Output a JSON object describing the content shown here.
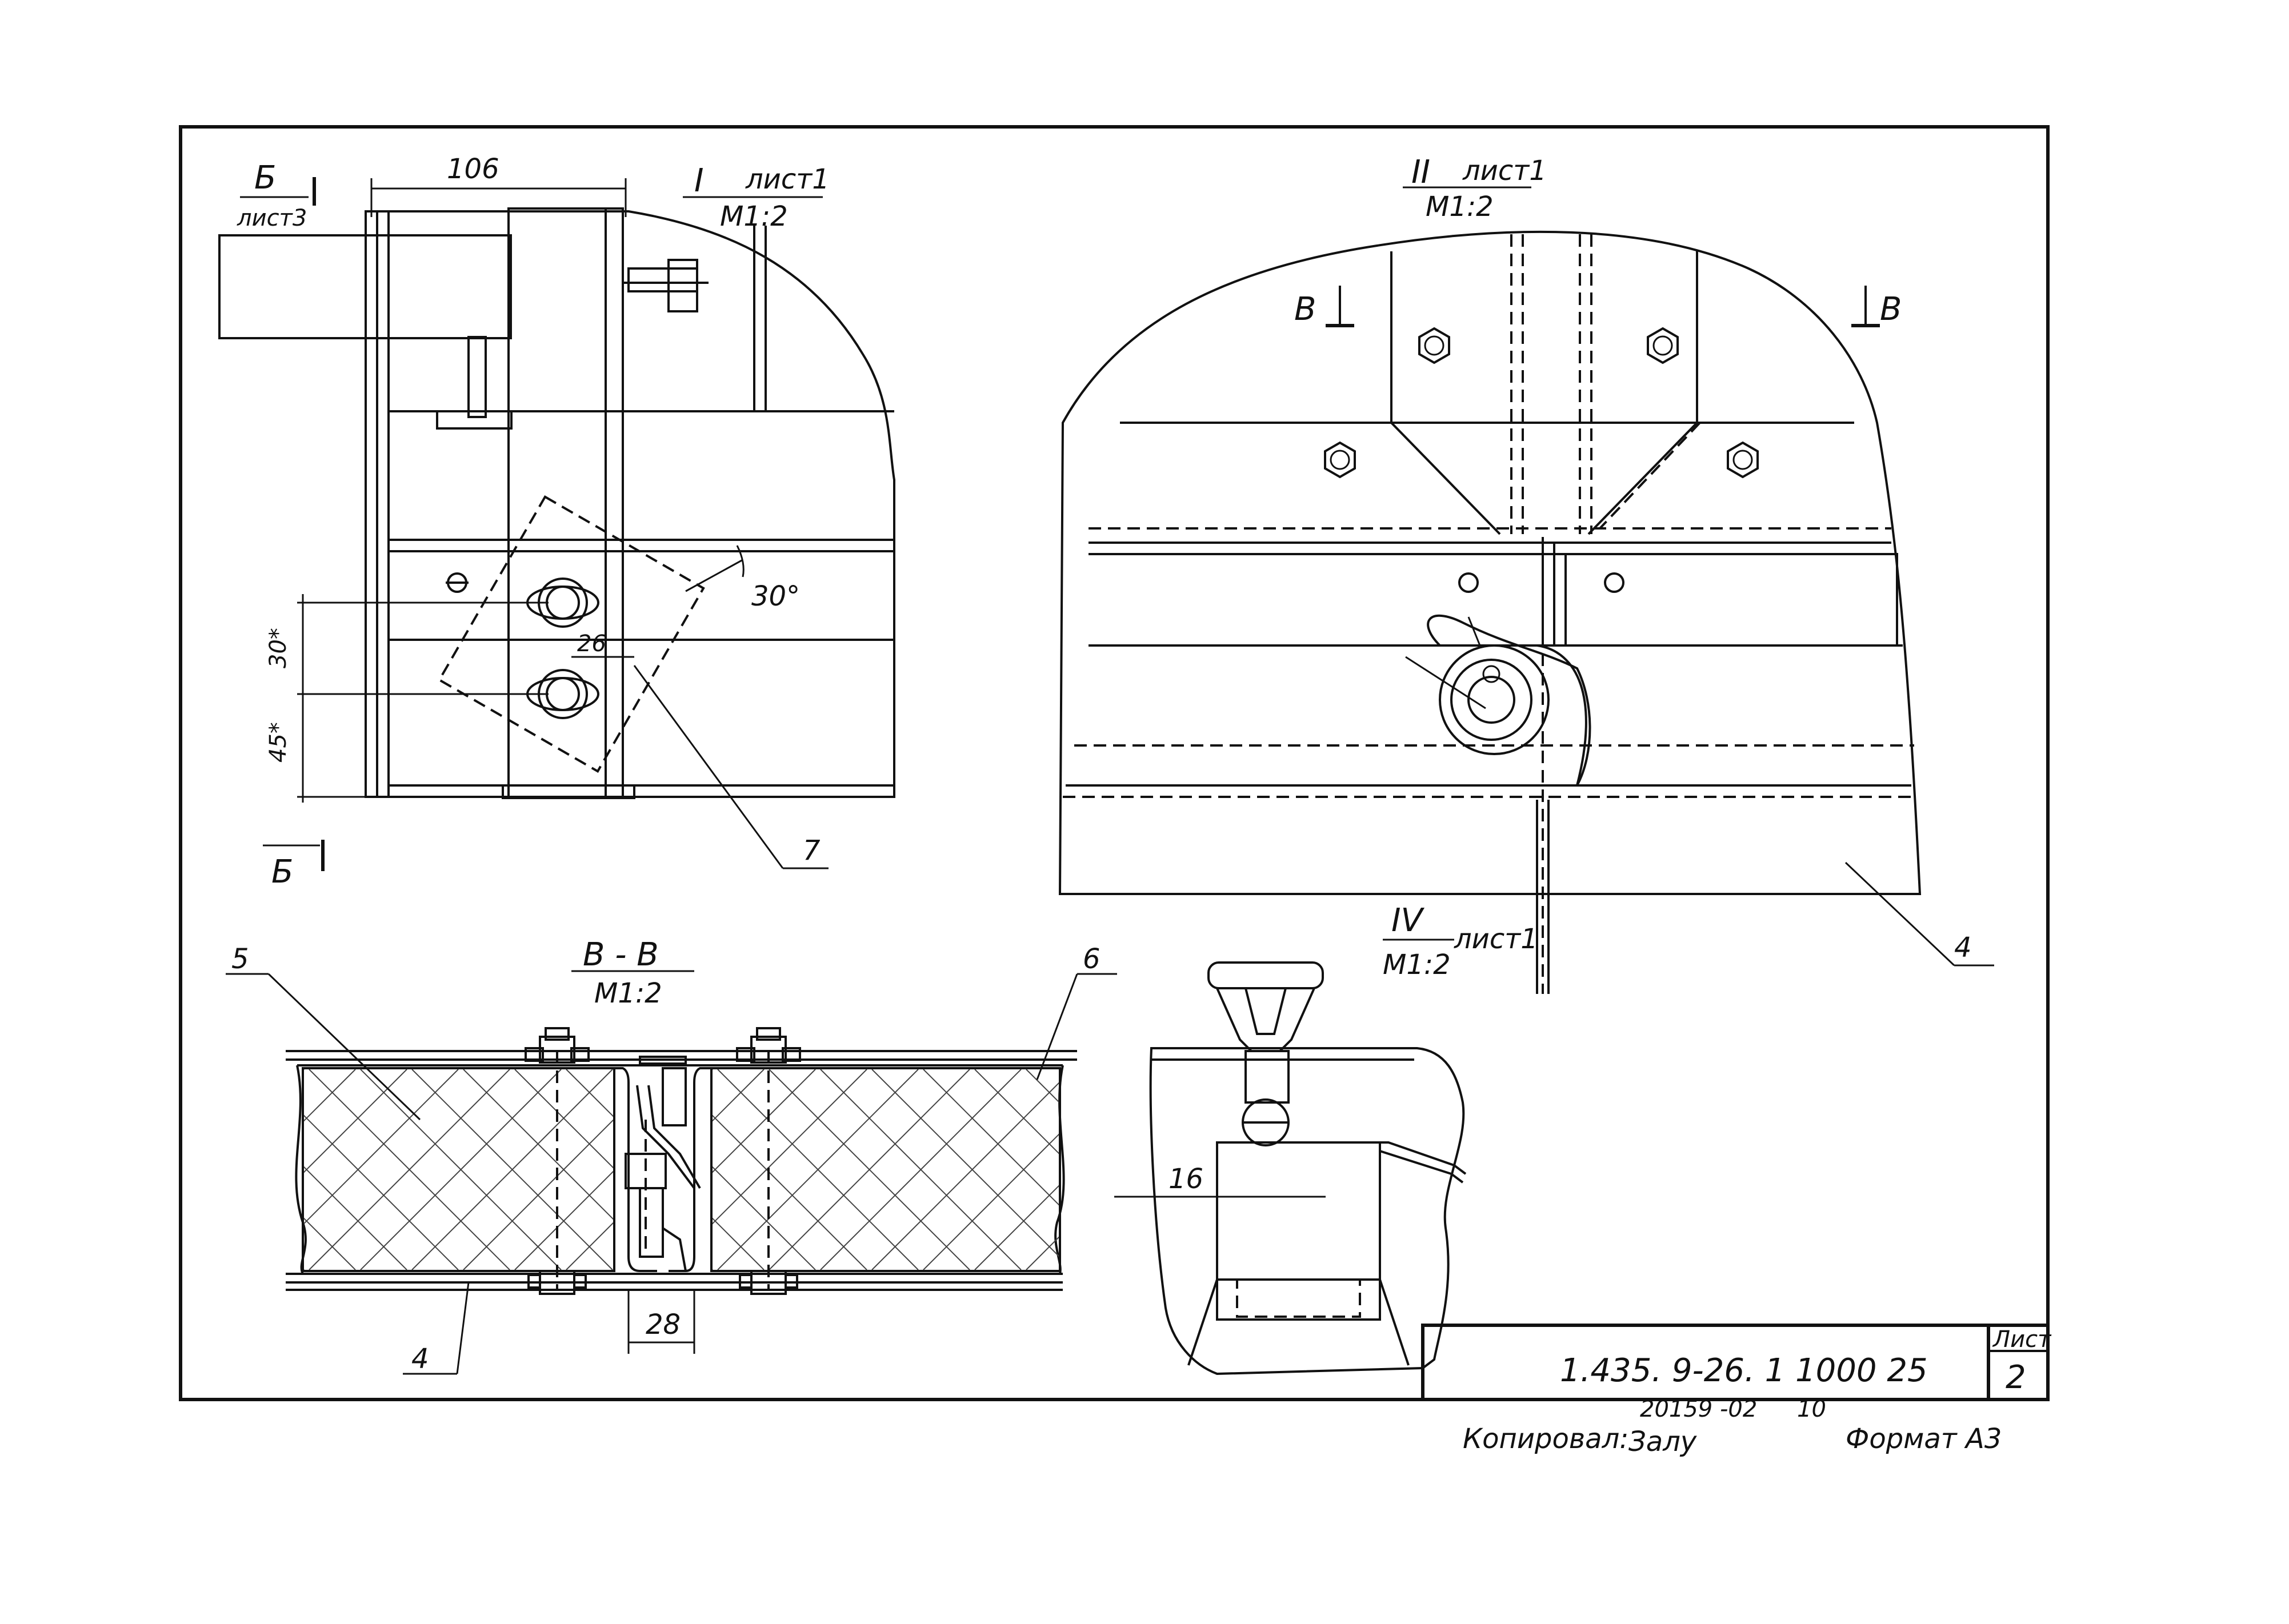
{
  "view_I": {
    "title": "I",
    "sheet_ref": "лист1",
    "scale": "М1:2",
    "section_mark": "Б",
    "section_sheet": "лист3",
    "dim_width": "106",
    "dim_30": "30°",
    "dim_26": "26",
    "dim_45": "45*",
    "dim_30b": "30*",
    "callout_7": "7"
  },
  "view_II": {
    "title": "II",
    "sheet_ref": "лист1",
    "scale": "М1:2",
    "section_left": "В",
    "section_right": "В",
    "callout_4": "4"
  },
  "view_IV": {
    "title": "IV",
    "sheet_ref": "лист1",
    "scale": "М1:2",
    "dim_16": "16"
  },
  "section_VV": {
    "title": "В - В",
    "scale": "М1:2",
    "callout_5": "5",
    "callout_6": "6",
    "callout_4": "4",
    "dim_28": "28"
  },
  "title_block": {
    "code": "1.435. 9-26. 1 1000 25",
    "sheet_label": "Лист",
    "sheet_number": "2"
  },
  "footer": {
    "copied": "Копировал:",
    "signature": "Залу",
    "number": "20159 -02",
    "num_small": "10",
    "format": "Формат А3"
  }
}
